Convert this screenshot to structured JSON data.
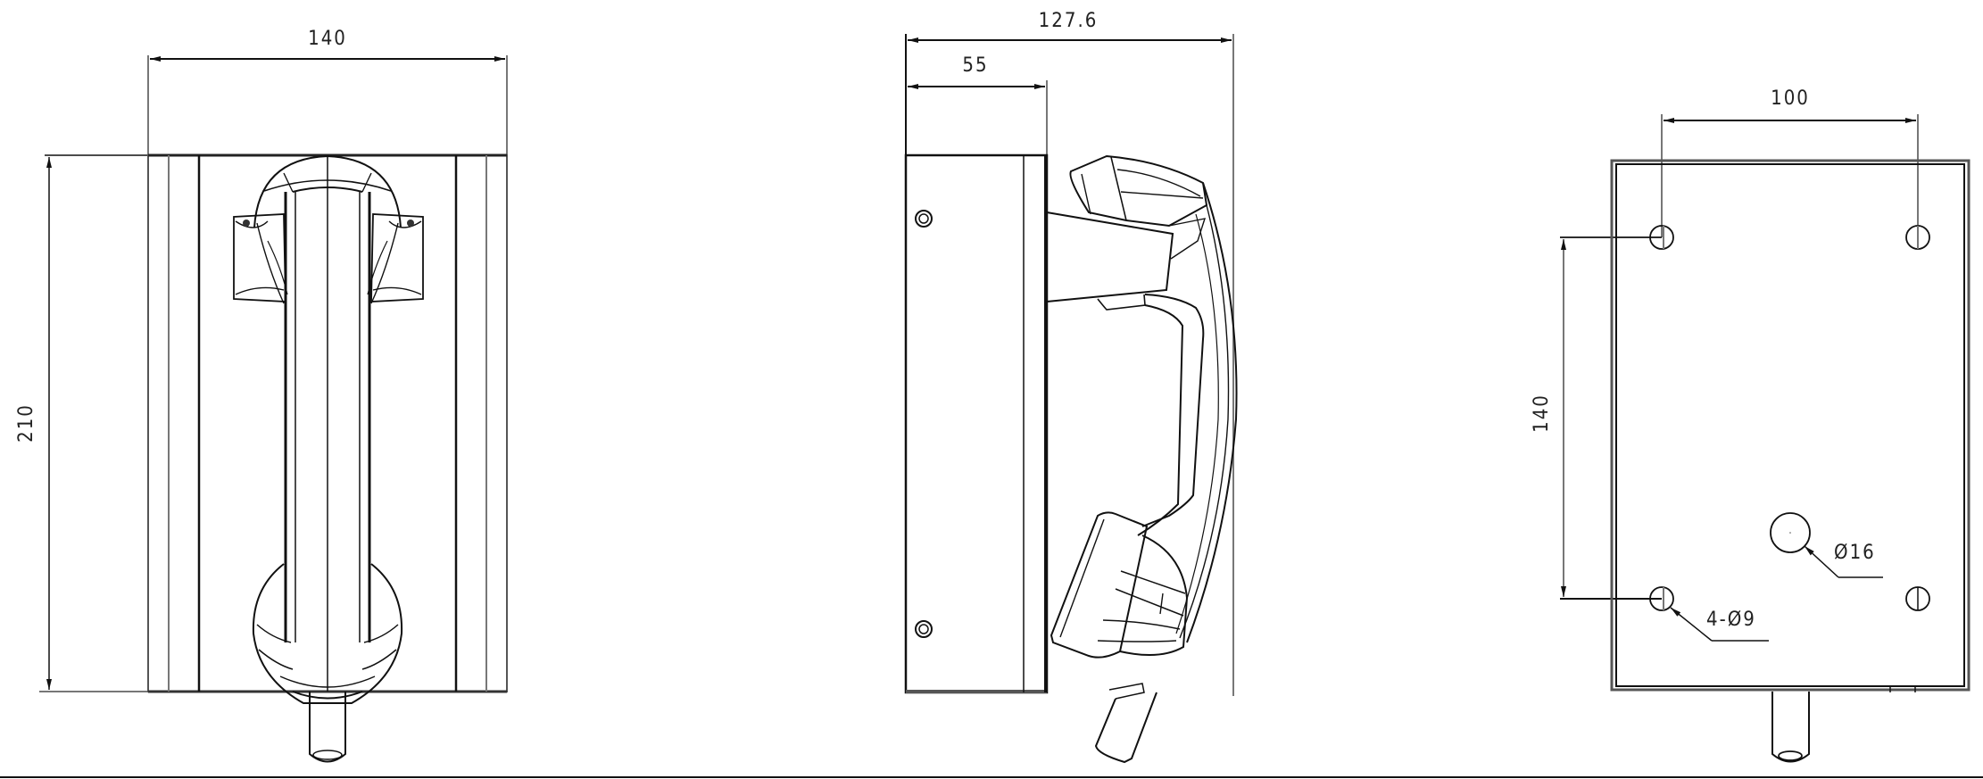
{
  "drawing": {
    "type": "technical-dimension-drawing",
    "subject": "wall-mounted handset telephone",
    "units": "mm",
    "views": [
      {
        "name": "front-view",
        "dimensions": {
          "width": "140",
          "height": "210"
        }
      },
      {
        "name": "side-view",
        "dimensions": {
          "overall_depth": "127.6",
          "housing_depth": "55"
        }
      },
      {
        "name": "back-view",
        "dimensions": {
          "hole_spacing_horizontal": "100",
          "hole_spacing_vertical": "140",
          "mounting_holes": "4-Ø9",
          "cable_hole": "Ø16"
        }
      }
    ]
  },
  "colors": {
    "line": "#111111",
    "thin_line": "#777777",
    "background": "#ffffff"
  }
}
